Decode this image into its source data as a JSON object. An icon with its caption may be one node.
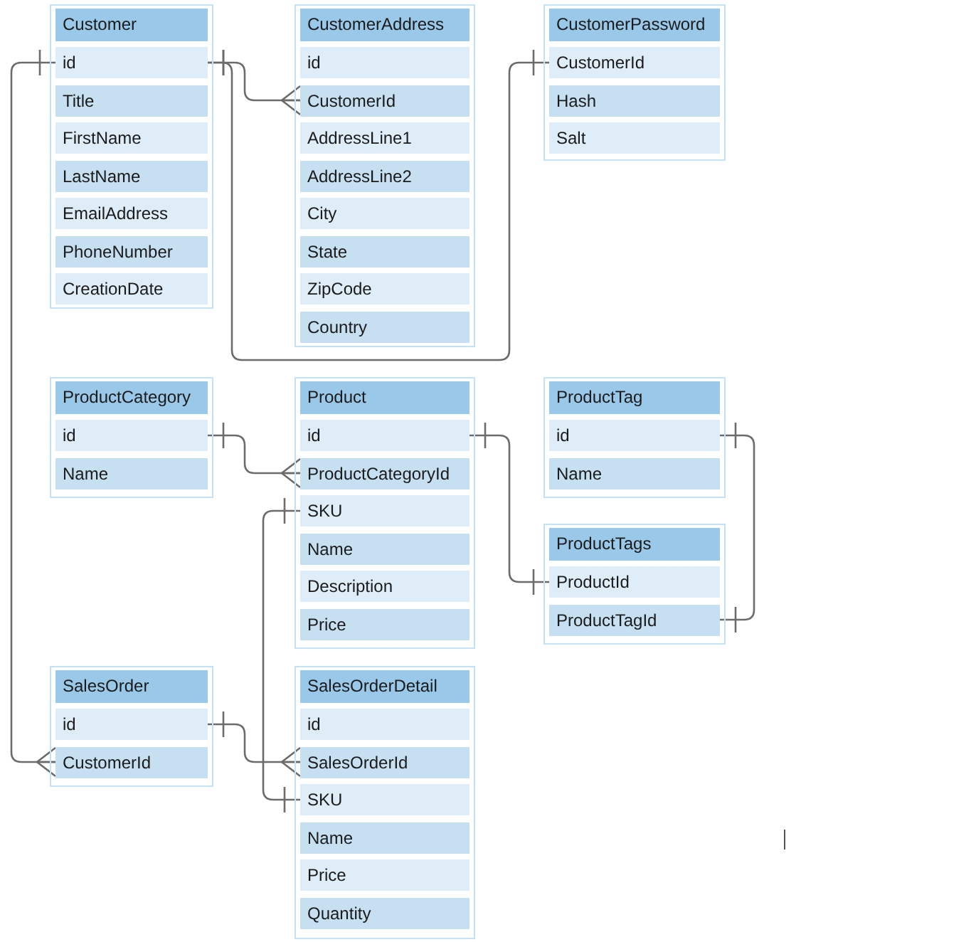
{
  "diagram": {
    "nodes": [
      {
        "text": [
          "Customer"
        ]
      },
      {
        "text": [
          "id"
        ],
        "in": 0
      },
      {
        "text": [
          "Title"
        ],
        "in": 0
      },
      {
        "text": [
          "FirstName"
        ],
        "in": 0
      },
      {
        "text": [
          "LastName"
        ],
        "in": 0
      },
      {
        "text": [
          "EmailAddress"
        ],
        "in": 0
      },
      {
        "text": [
          "PhoneNumber"
        ],
        "in": 0
      },
      {
        "text": [
          "CreationDate"
        ],
        "in": 0
      },
      {
        "text": [
          "CustomerAddress"
        ]
      },
      {
        "text": [
          "id"
        ],
        "in": 8
      },
      {
        "text": [
          "CustomerId"
        ],
        "in": 8
      },
      {
        "text": [
          "AddressLine1"
        ],
        "in": 8
      },
      {
        "text": [
          "AddressLine2"
        ],
        "in": 8
      },
      {
        "text": [
          "City"
        ],
        "in": 8
      },
      {
        "text": [
          "State"
        ],
        "in": 8
      },
      {
        "text": [
          "ZipCode"
        ],
        "in": 8
      },
      {
        "text": [
          "Country"
        ],
        "in": 8
      },
      {
        "text": [
          "CustomerPassword"
        ]
      },
      {
        "text": [
          "CustomerId"
        ],
        "in": 17
      },
      {
        "text": [
          "Hash"
        ],
        "in": 17
      },
      {
        "text": [
          "Salt"
        ],
        "in": 17
      },
      {
        "text": [
          "ProductCategory"
        ]
      },
      {
        "text": [
          "id"
        ],
        "in": 21
      },
      {
        "text": [
          "Name"
        ],
        "in": 21
      },
      {
        "text": [
          "Product"
        ]
      },
      {
        "text": [
          "id"
        ],
        "in": 24
      },
      {
        "text": [
          "ProductCategoryId"
        ],
        "in": 24
      },
      {
        "text": [
          "SKU"
        ],
        "in": 24
      },
      {
        "text": [
          "Name"
        ],
        "in": 24
      },
      {
        "text": [
          "Description"
        ],
        "in": 24
      },
      {
        "text": [
          "Price"
        ],
        "in": 24
      },
      {
        "text": [
          "ProductTag"
        ]
      },
      {
        "text": [
          "id"
        ],
        "in": 31
      },
      {
        "text": [
          "Name"
        ],
        "in": 31
      },
      {
        "text": [
          "ProductTags"
        ]
      },
      {
        "text": [
          "ProductId"
        ],
        "in": 34
      },
      {
        "text": [
          "ProductTagId"
        ],
        "in": 34
      },
      {
        "text": [
          "SalesOrder"
        ]
      },
      {
        "text": [
          "id"
        ],
        "in": 37
      },
      {
        "text": [
          "CustomerId"
        ],
        "in": 37
      },
      {
        "text": [
          "SalesOrderDetail"
        ]
      },
      {
        "text": [
          "id"
        ],
        "in": 40
      },
      {
        "text": [
          "SalesOrderId"
        ],
        "in": 40
      },
      {
        "text": [
          "SKU"
        ],
        "in": 40
      },
      {
        "text": [
          "Name"
        ],
        "in": 40
      },
      {
        "text": [
          "Price"
        ],
        "in": 40
      },
      {
        "text": [
          "Quantity"
        ],
        "in": 40
      }
    ],
    "edges": [
      {
        "from": 1,
        "to": 10,
        "arrow": "other"
      },
      {
        "from": 1,
        "to": 18,
        "arrow": "other"
      },
      {
        "from": 1,
        "to": 39,
        "arrow": "other"
      },
      {
        "from": 22,
        "to": 26,
        "arrow": "other"
      },
      {
        "from": 25,
        "to": 35,
        "arrow": "other"
      },
      {
        "from": 32,
        "to": 36,
        "arrow": "other"
      },
      {
        "from": 27,
        "to": 43,
        "arrow": "other"
      },
      {
        "from": 38,
        "to": 42,
        "arrow": "other"
      }
    ]
  }
}
